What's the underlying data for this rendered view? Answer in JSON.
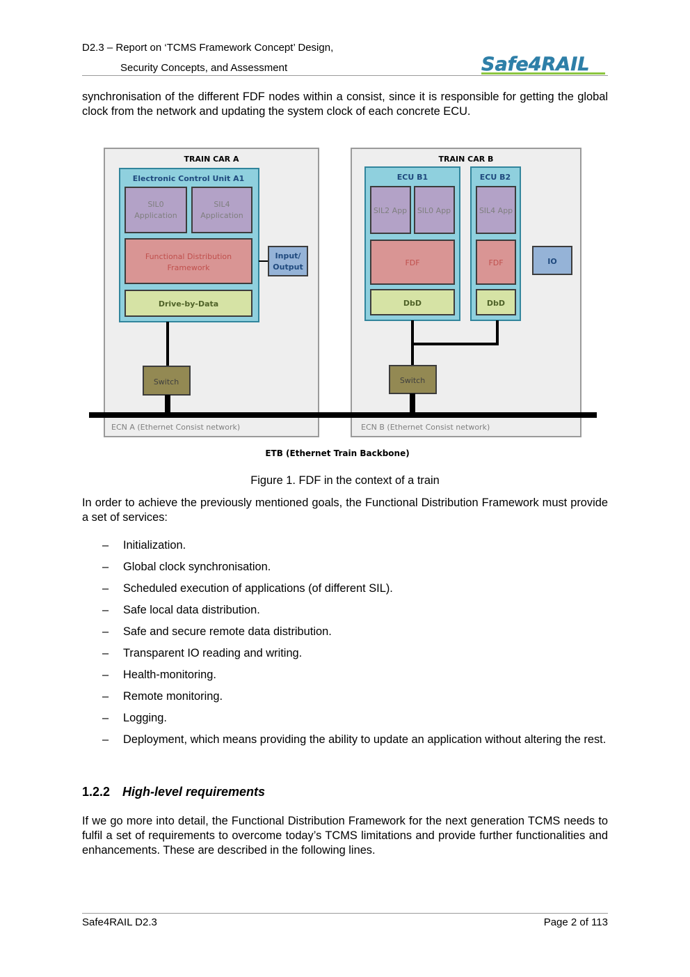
{
  "header": {
    "line1": "D2.3 – Report on ‘TCMS Framework Concept’ Design,",
    "line2": "Security Concepts, and Assessment",
    "logo_text": "Safe4RAIL",
    "logo_color": "#2e7fa8",
    "logo_accent": "#8cc63f"
  },
  "intro_paragraph": "synchronisation of the different FDF nodes within a consist, since it is responsible for getting the global clock from the network and updating the system clock of each concrete ECU.",
  "figure": {
    "car_a": {
      "title": "TRAIN CAR A",
      "ecu_title": "Electronic Control Unit A1",
      "app1_line1": "SIL0",
      "app1_line2": "Application",
      "app2_line1": "SIL4",
      "app2_line2": "Application",
      "fdf_line1": "Functional Distribution",
      "fdf_line2": "Framework",
      "dbd": "Drive-by-Data",
      "io_line1": "Input/",
      "io_line2": "Output",
      "switch": "Switch",
      "network": "ECN A (Ethernet Consist network)"
    },
    "car_b": {
      "title": "TRAIN CAR B",
      "ecu1_title": "ECU B1",
      "ecu1_app1": "SIL2 App",
      "ecu1_app2": "SIL0 App",
      "ecu1_fdf": "FDF",
      "ecu1_dbd": "DbD",
      "ecu2_title": "ECU B2",
      "ecu2_app": "SIL4 App",
      "ecu2_fdf": "FDF",
      "ecu2_dbd": "DbD",
      "io": "IO",
      "switch": "Switch",
      "network": "ECN B (Ethernet Consist network)"
    },
    "backbone": "ETB (Ethernet Train Backbone)",
    "colors": {
      "car_bg": "#eeeeee",
      "ecu_bg": "#8fd0de",
      "app_bg": "#b3a2c7",
      "fdf_bg": "#d99594",
      "dbd_bg": "#d6e3a5",
      "io_bg": "#95b3d7",
      "switch_bg": "#938953"
    }
  },
  "caption": "Figure 1. FDF in the context of a train",
  "services_intro": "In order to achieve the previously mentioned goals, the Functional Distribution Framework must provide a set of services:",
  "services": [
    "Initialization.",
    "Global clock synchronisation.",
    "Scheduled execution of applications (of different SIL).",
    "Safe local data distribution.",
    "Safe and secure remote data distribution.",
    "Transparent IO reading and writing.",
    "Health-monitoring.",
    "Remote monitoring.",
    "Logging.",
    "Deployment, which means providing the ability to update an application without altering the rest."
  ],
  "bullet_char": "–",
  "section": {
    "number": "1.2.2",
    "title": "High-level requirements"
  },
  "requirements_paragraph": "If we go more into detail, the Functional Distribution Framework for the next generation TCMS needs to fulfil a set of requirements to overcome today’s TCMS limitations and provide further functionalities and enhancements. These are described in the following lines.",
  "footer": {
    "left": "Safe4RAIL D2.3",
    "right": "Page 2 of 113"
  }
}
